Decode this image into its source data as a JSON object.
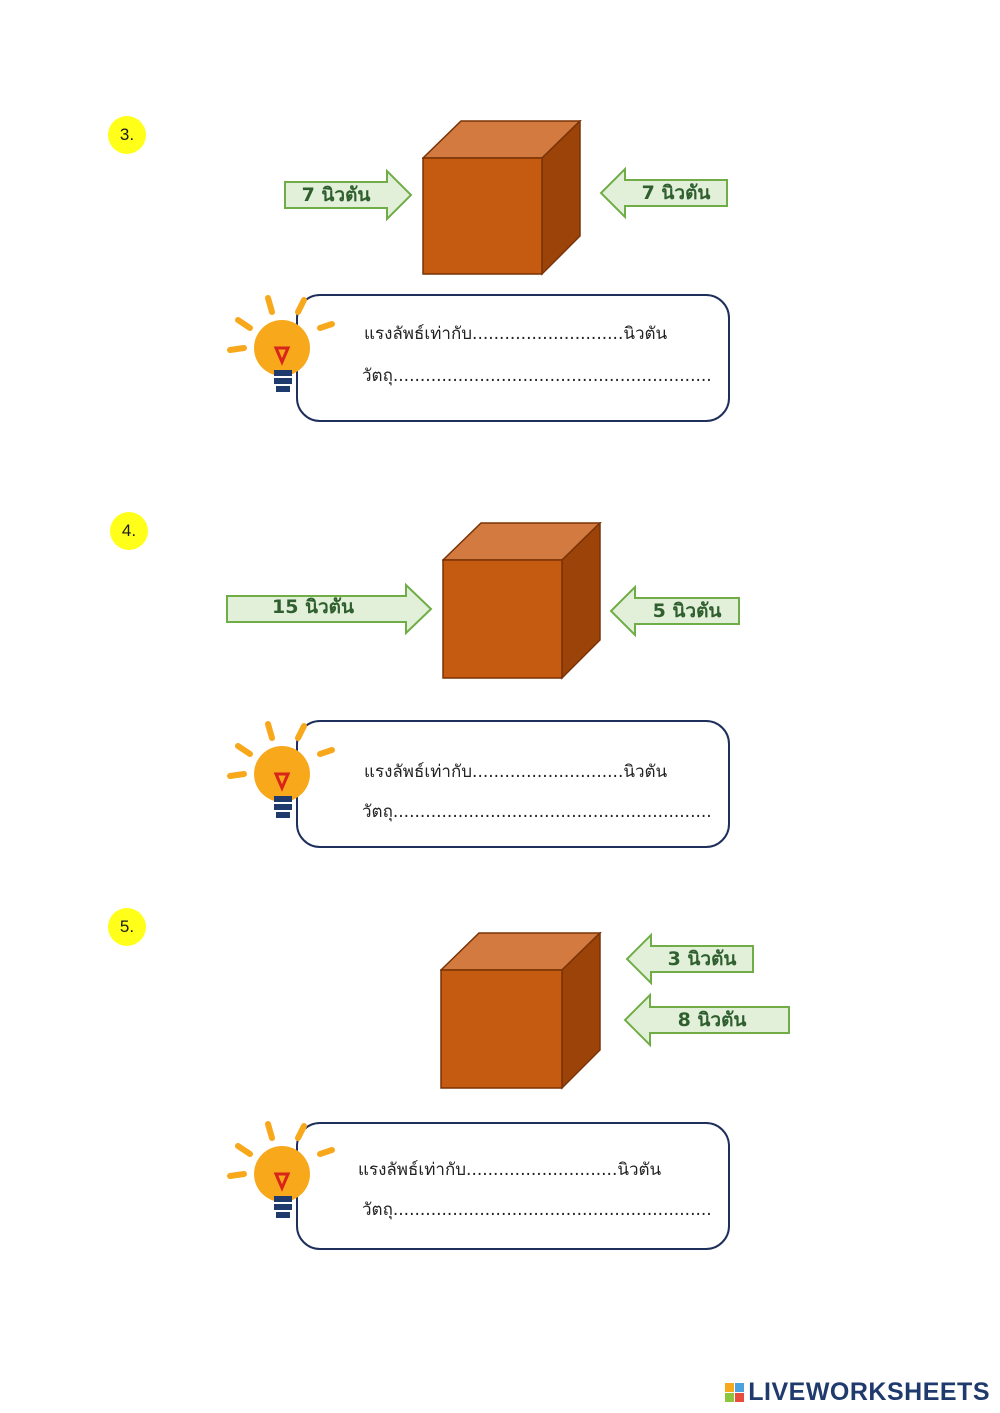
{
  "questions": [
    {
      "number": "3.",
      "forces": [
        {
          "label": "7 นิวตัน",
          "direction": "right",
          "value": 7
        },
        {
          "label": "7 นิวตัน",
          "direction": "left",
          "value": 7
        }
      ],
      "result_line": "แรงลัพธ์เท่ากับ............................นิวตัน",
      "object_line": "วัตถุ..........................................................."
    },
    {
      "number": "4.",
      "forces": [
        {
          "label": "15 นิวตัน",
          "direction": "right",
          "value": 15
        },
        {
          "label": "5 นิวตัน",
          "direction": "left",
          "value": 5
        }
      ],
      "result_line": "แรงลัพธ์เท่ากับ............................นิวตัน",
      "object_line": "วัตถุ..........................................................."
    },
    {
      "number": "5.",
      "forces": [
        {
          "label": "3 นิวตัน",
          "direction": "left",
          "value": 3
        },
        {
          "label": "8 นิวตัน",
          "direction": "left",
          "value": 8
        }
      ],
      "result_line": "แรงลัพธ์เท่ากับ............................นิวตัน",
      "object_line": "วัตถุ..........................................................."
    }
  ],
  "footer": {
    "brand": "LIVEWORKSHEETS",
    "logo_letters": [
      "L",
      "I",
      "V",
      "E"
    ]
  },
  "colors": {
    "question_badge": "#ffff1a",
    "arrow_fill": "#e2f0d9",
    "arrow_stroke": "#70ad47",
    "arrow_text": "#2f5f2f",
    "cube_front": "#c55a11",
    "cube_top": "#d27a40",
    "cube_side": "#9c4309",
    "box_border": "#1f2f5c",
    "bulb": "#f7a81b"
  }
}
